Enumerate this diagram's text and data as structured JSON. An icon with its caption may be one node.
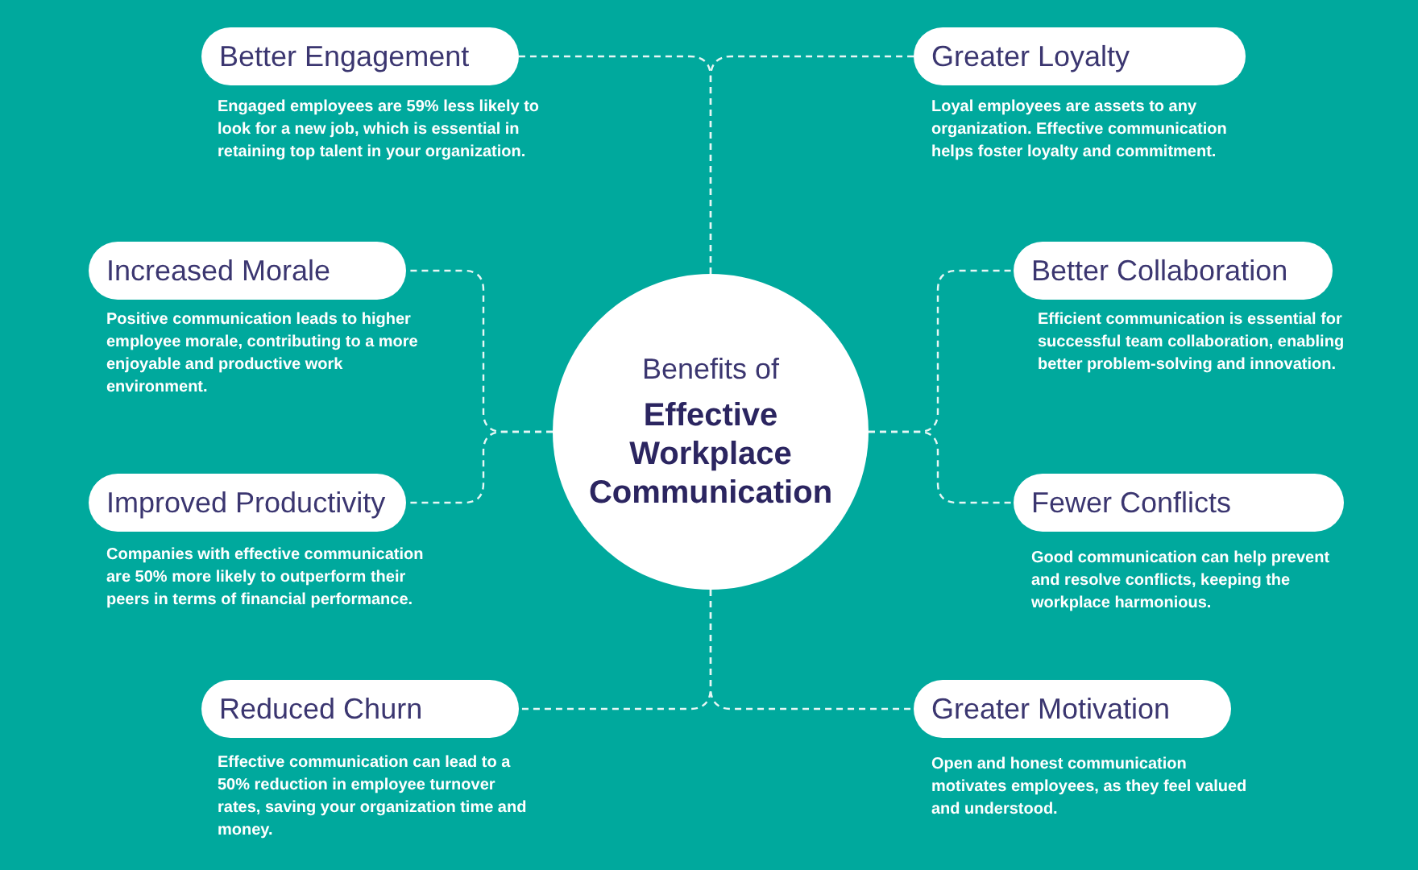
{
  "diagram": {
    "nodes": [
      {
        "text": [
          "Benefits of",
          "Effective Workplace Communication"
        ]
      },
      {
        "text": [
          "Better Engagement"
        ],
        "beside": [
          "Engaged employees are 59% less likely to look for a new job, which is essential in retaining top talent in your organization."
        ]
      },
      {
        "text": [
          "Greater Loyalty"
        ],
        "beside": [
          "Loyal employees are assets to any organization. Effective communication helps foster loyalty and commitment."
        ]
      },
      {
        "text": [
          "Increased Morale"
        ],
        "beside": [
          "Positive communication leads to higher employee morale, contributing to a more enjoyable and productive work environment."
        ]
      },
      {
        "text": [
          "Better Collaboration"
        ],
        "beside": [
          "Efficient communication is essential for successful team collaboration, enabling better problem-solving and innovation."
        ]
      },
      {
        "text": [
          "Improved Productivity"
        ],
        "beside": [
          "Companies with effective communication are 50% more likely to outperform their peers in terms of financial performance."
        ]
      },
      {
        "text": [
          "Fewer Conflicts"
        ],
        "beside": [
          "Good communication can help prevent and resolve conflicts, keeping the workplace harmonious."
        ]
      },
      {
        "text": [
          "Reduced Churn"
        ],
        "beside": [
          "Effective communication can lead to a 50% reduction in employee turnover rates, saving your organization time and money."
        ]
      },
      {
        "text": [
          "Greater Motivation"
        ],
        "beside": [
          "Open and honest communication motivates employees, as they feel valued and understood."
        ]
      }
    ],
    "edges": [
      {
        "from": 0,
        "to": 1,
        "arrow": "none",
        "style": "dashed"
      },
      {
        "from": 0,
        "to": 2,
        "arrow": "none",
        "style": "dashed"
      },
      {
        "from": 0,
        "to": 3,
        "arrow": "none",
        "style": "dashed"
      },
      {
        "from": 0,
        "to": 4,
        "arrow": "none",
        "style": "dashed"
      },
      {
        "from": 0,
        "to": 5,
        "arrow": "none",
        "style": "dashed"
      },
      {
        "from": 0,
        "to": 6,
        "arrow": "none",
        "style": "dashed"
      },
      {
        "from": 0,
        "to": 7,
        "arrow": "none",
        "style": "dashed"
      },
      {
        "from": 0,
        "to": 8,
        "arrow": "none",
        "style": "dashed"
      }
    ]
  }
}
